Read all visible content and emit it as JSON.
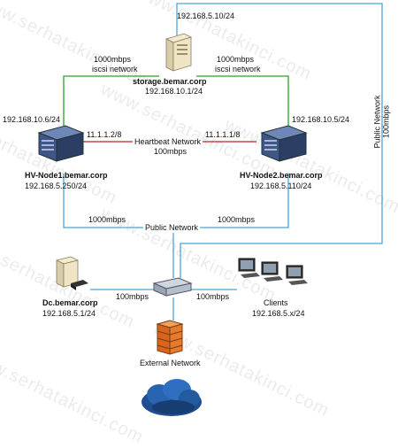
{
  "watermark": "www.serhatakinci.com",
  "storage": {
    "top_ip": "192.168.5.10/24",
    "name": "storage.bemar.corp",
    "ip": "192.168.10.1/24"
  },
  "links": {
    "iscsi_left_speed": "1000mbps",
    "iscsi_left_label": "iscsi network",
    "iscsi_right_speed": "1000mbps",
    "iscsi_right_label": "iscsi network",
    "heartbeat_label": "Heartbeat Network",
    "heartbeat_speed": "100mbps",
    "public_left_speed": "1000mbps",
    "public_label": "Public Network",
    "public_right_speed": "1000mbps",
    "public_vertical_1": "Public Network",
    "public_vertical_2": "100mbps",
    "dc_speed": "100mbps",
    "clients_speed": "100mbps"
  },
  "node1": {
    "iscsi_ip": "192.168.10.6/24",
    "heartbeat_ip": "11.1.1.2/8",
    "name": "HV-Node1.bemar.corp",
    "ip": "192.168.5.250/24"
  },
  "node2": {
    "iscsi_ip": "192.168.10.5/24",
    "heartbeat_ip": "11.1.1.1/8",
    "name": "HV-Node2.bemar.corp",
    "ip": "192.168.5.110/24"
  },
  "dc": {
    "name": "Dc.bemar.corp",
    "ip": "192.168.5.1/24"
  },
  "clients": {
    "name": "Clients",
    "ip": "192.168.5.x/24"
  },
  "external": {
    "name": "External Network"
  },
  "colors": {
    "iscsi_line": "#2e9e2e",
    "heartbeat_line": "#c02020",
    "public_line": "#4aa3d8"
  }
}
